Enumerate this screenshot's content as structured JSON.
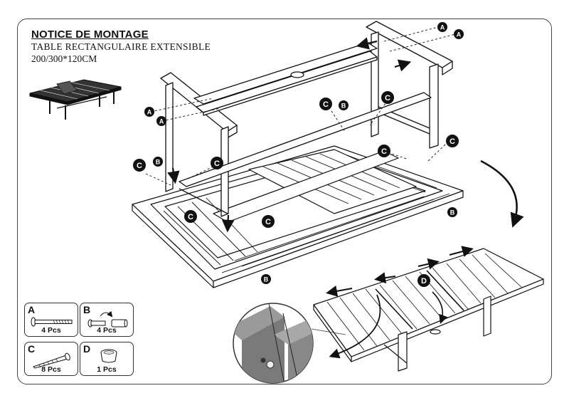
{
  "header": {
    "title": "NOTICE DE MONTAGE",
    "subtitle": "TABLE RECTANGULAIRE EXTENSIBLE",
    "dimensions": "200/300*120CM"
  },
  "parts": [
    {
      "letter": "A",
      "qty": "4 Pcs",
      "icon": "long-bolt-icon"
    },
    {
      "letter": "B",
      "qty": "4 Pcs",
      "icon": "barrel-nut-icon"
    },
    {
      "letter": "C",
      "qty": "8 Pcs",
      "icon": "wood-screw-icon"
    },
    {
      "letter": "D",
      "qty": "1 Pcs",
      "icon": "cap-plug-icon"
    }
  ],
  "callout_labels": {
    "a": "A",
    "b": "B",
    "c": "C",
    "d": "D"
  },
  "colors": {
    "ink": "#111111",
    "callout": "#1a1a1a",
    "arrow": "#222222",
    "wood_fill": "#ffffff",
    "detail_grey": "#8a8a8a"
  }
}
